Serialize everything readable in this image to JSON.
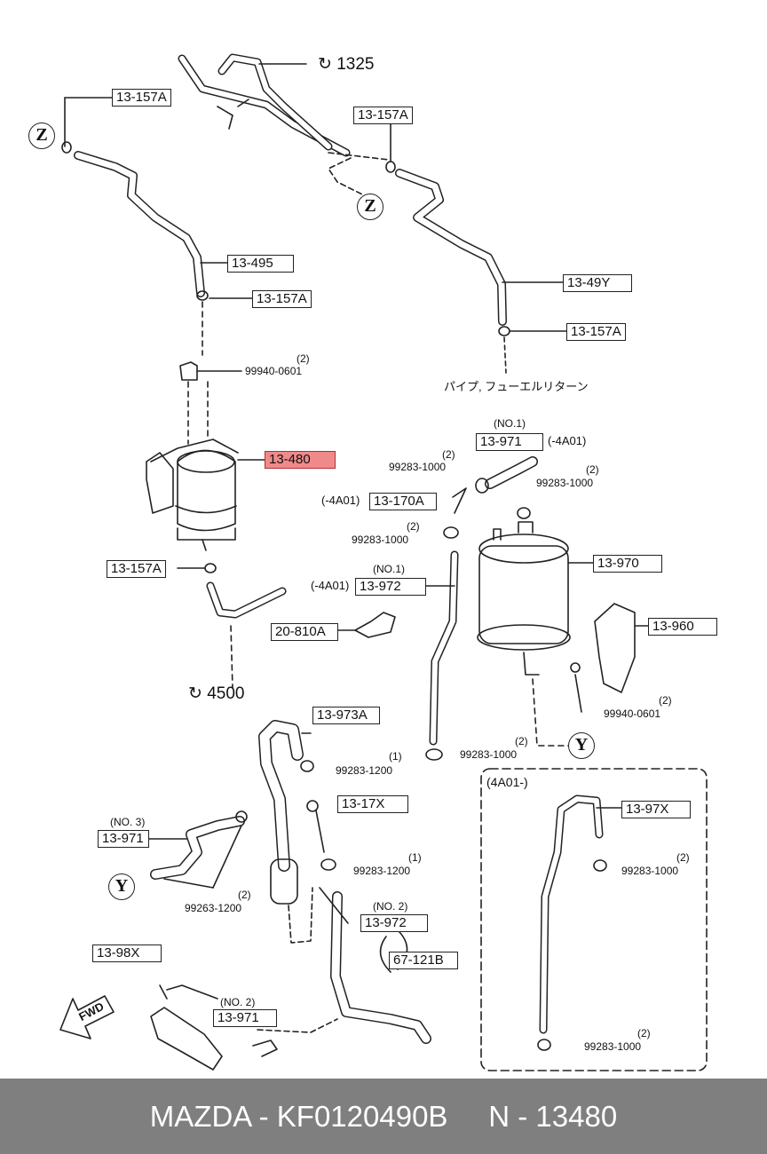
{
  "labels": {
    "p1325": "1325",
    "p13157A_1": "13-157A",
    "p13157A_2": "13-157A",
    "p13157A_3": "13-157A",
    "p13157A_4": "13-157A",
    "p13157A_5": "13-157A",
    "p13495": "13-495",
    "p1349Y": "13-49Y",
    "p13480": "13-480",
    "p13971_no1": "13-971",
    "p13170A": "13-170A",
    "p13972_no1": "13-972",
    "p13970": "13-970",
    "p13960": "13-960",
    "p20810A": "20-810A",
    "p4500": "4500",
    "p13973A": "13-973A",
    "p1317X": "13-17X",
    "p13971_no3": "13-971",
    "p13972_no2": "13-972",
    "p67121B": "67-121B",
    "p1398X": "13-98X",
    "p13971_no2": "13-971",
    "p1397X": "13-97X"
  },
  "parts": {
    "bolt_qty_1": "(2)",
    "bolt_1": "99940-0601",
    "bolt_qty_2": "(2)",
    "bolt_2": "99940-0601",
    "clip1000_qty_a": "(2)",
    "clip1000_a": "99283-1000",
    "clip1000_qty_b": "(2)",
    "clip1000_b": "99283-1000",
    "clip1000_qty_c": "(2)",
    "clip1000_c": "99283-1000",
    "clip1000_qty_d": "(2)",
    "clip1000_d": "99283-1000",
    "clip1000_qty_e": "(2)",
    "clip1000_e": "99283-1000",
    "clip1000_qty_f": "(2)",
    "clip1000_f": "99283-1000",
    "clip1200_qty_a": "(1)",
    "clip1200_a": "99283-1200",
    "clip1200_qty_b": "(1)",
    "clip1200_b": "99283-1200",
    "clip1200_qty_c": "(2)",
    "clip1200_c": "99263-1200"
  },
  "notes": {
    "no1_a": "(NO.1)",
    "no1_b": "(NO.1)",
    "no2_a": "(NO. 2)",
    "no2_b": "(NO. 2)",
    "no3": "(NO. 3)",
    "code_4a01_a": "(-4A01)",
    "code_4a01_b": "(-4A01)",
    "code_4a01_c": "(-4A01)",
    "inset_title": "(4A01-)",
    "pipe_jp": "パイプ, フューエルリターン",
    "marker_z": "Z",
    "marker_y": "Y",
    "fwd": "FWD"
  },
  "footer": {
    "text": "MAZDA - KF0120490B     N - 13480"
  },
  "colors": {
    "highlight": "#f08a8a",
    "footer_bg": "#7f7f7f",
    "line": "#222222"
  }
}
